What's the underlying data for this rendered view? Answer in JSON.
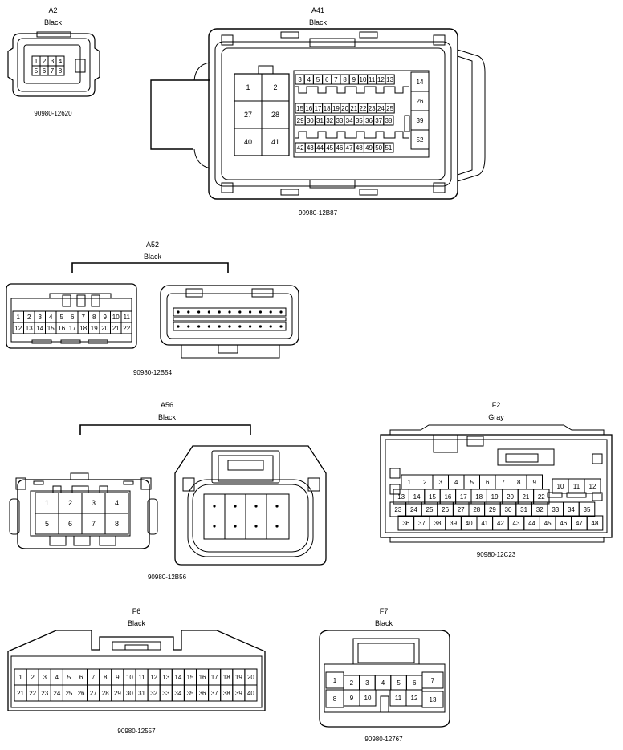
{
  "connectors": {
    "a2": {
      "id": "A2",
      "color": "Black",
      "part": "90980-12620",
      "pins": [
        "1",
        "2",
        "3",
        "4",
        "5",
        "6",
        "7",
        "8"
      ]
    },
    "a41": {
      "id": "A41",
      "color": "Black",
      "part": "90980-12B87",
      "big_pins": [
        "1",
        "2",
        "27",
        "28",
        "40",
        "41"
      ],
      "row1": [
        "3",
        "4",
        "5",
        "6",
        "7",
        "8",
        "9",
        "10",
        "11",
        "12",
        "13"
      ],
      "row2": [
        "15",
        "16",
        "17",
        "18",
        "19",
        "20",
        "21",
        "22",
        "23",
        "24",
        "25"
      ],
      "row3": [
        "29",
        "30",
        "31",
        "32",
        "33",
        "34",
        "35",
        "36",
        "37",
        "38"
      ],
      "row4": [
        "42",
        "43",
        "44",
        "45",
        "46",
        "47",
        "48",
        "49",
        "50",
        "51"
      ],
      "side_pins": [
        "14",
        "26",
        "39",
        "52"
      ]
    },
    "a52": {
      "id": "A52",
      "color": "Black",
      "part": "90980-12B54",
      "row1": [
        "1",
        "2",
        "3",
        "4",
        "5",
        "6",
        "7",
        "8",
        "9",
        "10",
        "11"
      ],
      "row2": [
        "12",
        "13",
        "14",
        "15",
        "16",
        "17",
        "18",
        "19",
        "20",
        "21",
        "22"
      ]
    },
    "a56": {
      "id": "A56",
      "color": "Black",
      "part": "90980-12B56",
      "row1": [
        "1",
        "2",
        "3",
        "4"
      ],
      "row2": [
        "5",
        "6",
        "7",
        "8"
      ]
    },
    "f2": {
      "id": "F2",
      "color": "Gray",
      "part": "90980-12C23",
      "row1": [
        "1",
        "2",
        "3",
        "4",
        "5",
        "6",
        "7",
        "8",
        "9"
      ],
      "row1b": [
        "10",
        "11",
        "12"
      ],
      "row2": [
        "13",
        "14",
        "15",
        "16",
        "17",
        "18",
        "19",
        "20",
        "21",
        "22"
      ],
      "row3": [
        "23",
        "24",
        "25",
        "26",
        "27",
        "28",
        "29",
        "30",
        "31",
        "32",
        "33",
        "34",
        "35"
      ],
      "row4": [
        "36",
        "37",
        "38",
        "39",
        "40",
        "41",
        "42",
        "43",
        "44",
        "45",
        "46",
        "47",
        "48"
      ]
    },
    "f6": {
      "id": "F6",
      "color": "Black",
      "part": "90980-12557",
      "row1": [
        "1",
        "2",
        "3",
        "4",
        "5",
        "6",
        "7",
        "8",
        "9",
        "10",
        "11",
        "12",
        "13",
        "14",
        "15",
        "16",
        "17",
        "18",
        "19",
        "20"
      ],
      "row2": [
        "21",
        "22",
        "23",
        "24",
        "25",
        "26",
        "27",
        "28",
        "29",
        "30",
        "31",
        "32",
        "33",
        "34",
        "35",
        "36",
        "37",
        "38",
        "39",
        "40"
      ]
    },
    "f7": {
      "id": "F7",
      "color": "Black",
      "part": "90980-12767",
      "row1": [
        "1",
        "2",
        "3",
        "4",
        "5",
        "6",
        "7"
      ],
      "row2": [
        "8",
        "9",
        "10",
        "11",
        "12",
        "13"
      ]
    }
  }
}
